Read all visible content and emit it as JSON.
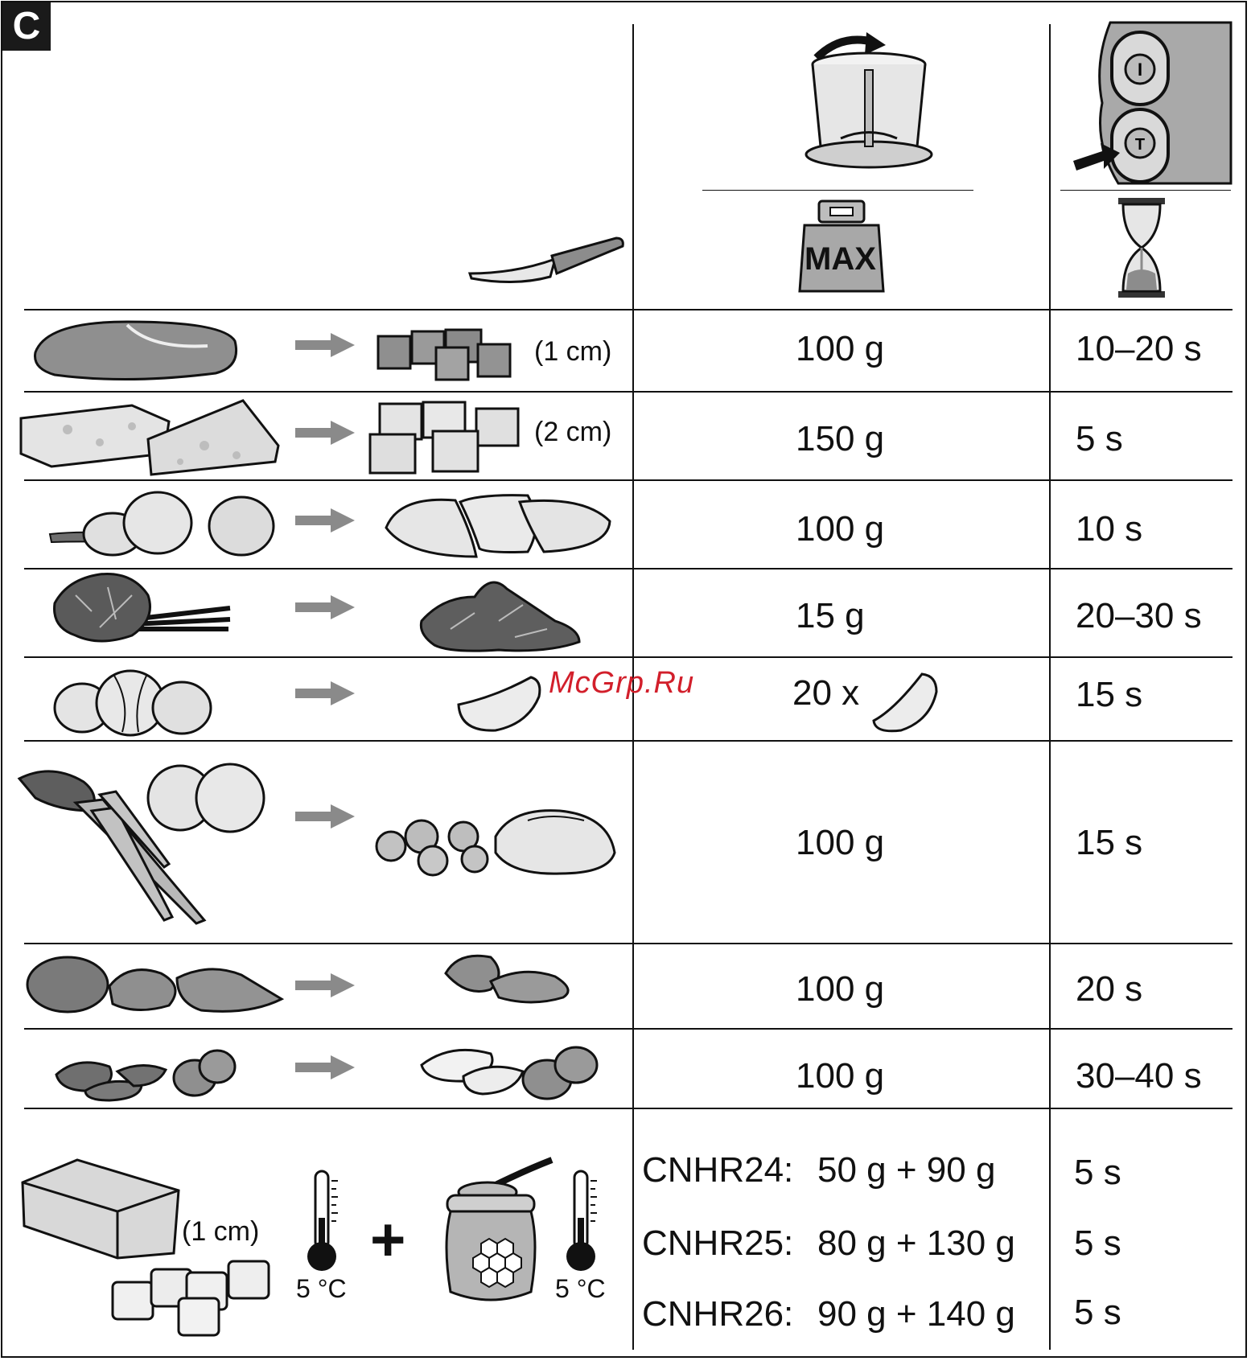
{
  "panel": {
    "label": "C"
  },
  "header": {
    "max_label": "MAX"
  },
  "rows": [
    {
      "ingredient": "meat",
      "cube_size": "(1 cm)",
      "amount": "100 g",
      "time": "10–20 s"
    },
    {
      "ingredient": "cheese",
      "cube_size": "(2 cm)",
      "amount": "150 g",
      "time": "5 s"
    },
    {
      "ingredient": "onions",
      "cube_size": "",
      "amount": "100 g",
      "time": "10 s"
    },
    {
      "ingredient": "herbs",
      "cube_size": "",
      "amount": "15 g",
      "time": "20–30 s"
    },
    {
      "ingredient": "garlic",
      "cube_size": "",
      "amount_prefix": "20 x",
      "amount": "20 x",
      "time": "15 s"
    },
    {
      "ingredient": "carrots-onions",
      "cube_size": "",
      "amount": "100 g",
      "time": "15 s"
    },
    {
      "ingredient": "walnuts",
      "cube_size": "",
      "amount": "100 g",
      "time": "20 s"
    },
    {
      "ingredient": "almonds-hazelnuts",
      "cube_size": "",
      "amount": "100 g",
      "time": "30–40 s"
    }
  ],
  "butter_row": {
    "cube_size": "(1 cm)",
    "temp_left": "5 °C",
    "temp_right": "5 °C",
    "plus": "+",
    "models": [
      {
        "model": "CNHR24:",
        "amounts": "50 g + 90 g",
        "time": "5 s"
      },
      {
        "model": "CNHR25:",
        "amounts": "80 g + 130 g",
        "time": "5 s"
      },
      {
        "model": "CNHR26:",
        "amounts": "90 g + 140 g",
        "time": "5 s"
      }
    ]
  },
  "watermark": "McGrp.Ru",
  "colors": {
    "line": "#111111",
    "arrow": "#8a8a8a",
    "food_fill": "#bdbdbd",
    "food_dark": "#6f6f6f",
    "watermark": "#d21f2b"
  }
}
